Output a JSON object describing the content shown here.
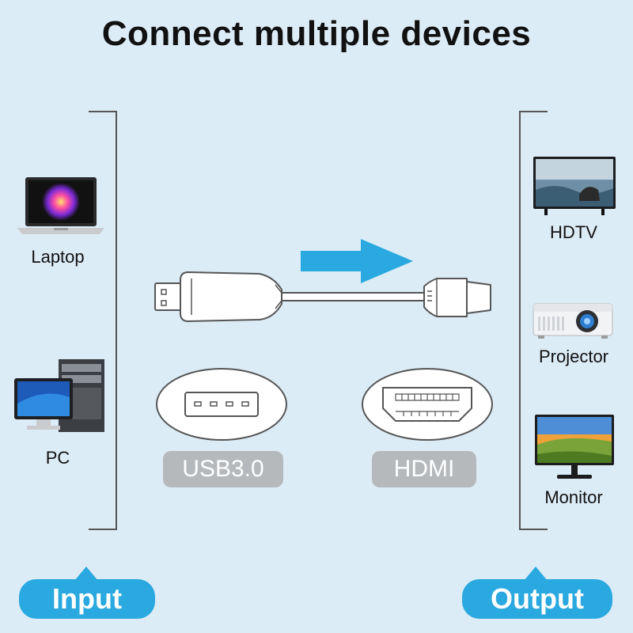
{
  "title": "Connect multiple devices",
  "inputs": {
    "laptop_label": "Laptop",
    "pc_label": "PC",
    "badge": "Input"
  },
  "outputs": {
    "hdtv_label": "HDTV",
    "projector_label": "Projector",
    "monitor_label": "Monitor",
    "badge": "Output"
  },
  "connectors": {
    "usb_label": "USB3.0",
    "hdmi_label": "HDMI"
  },
  "colors": {
    "background": "#dcecf7",
    "accent": "#29a9e0",
    "pill": "#b5b9bc"
  }
}
